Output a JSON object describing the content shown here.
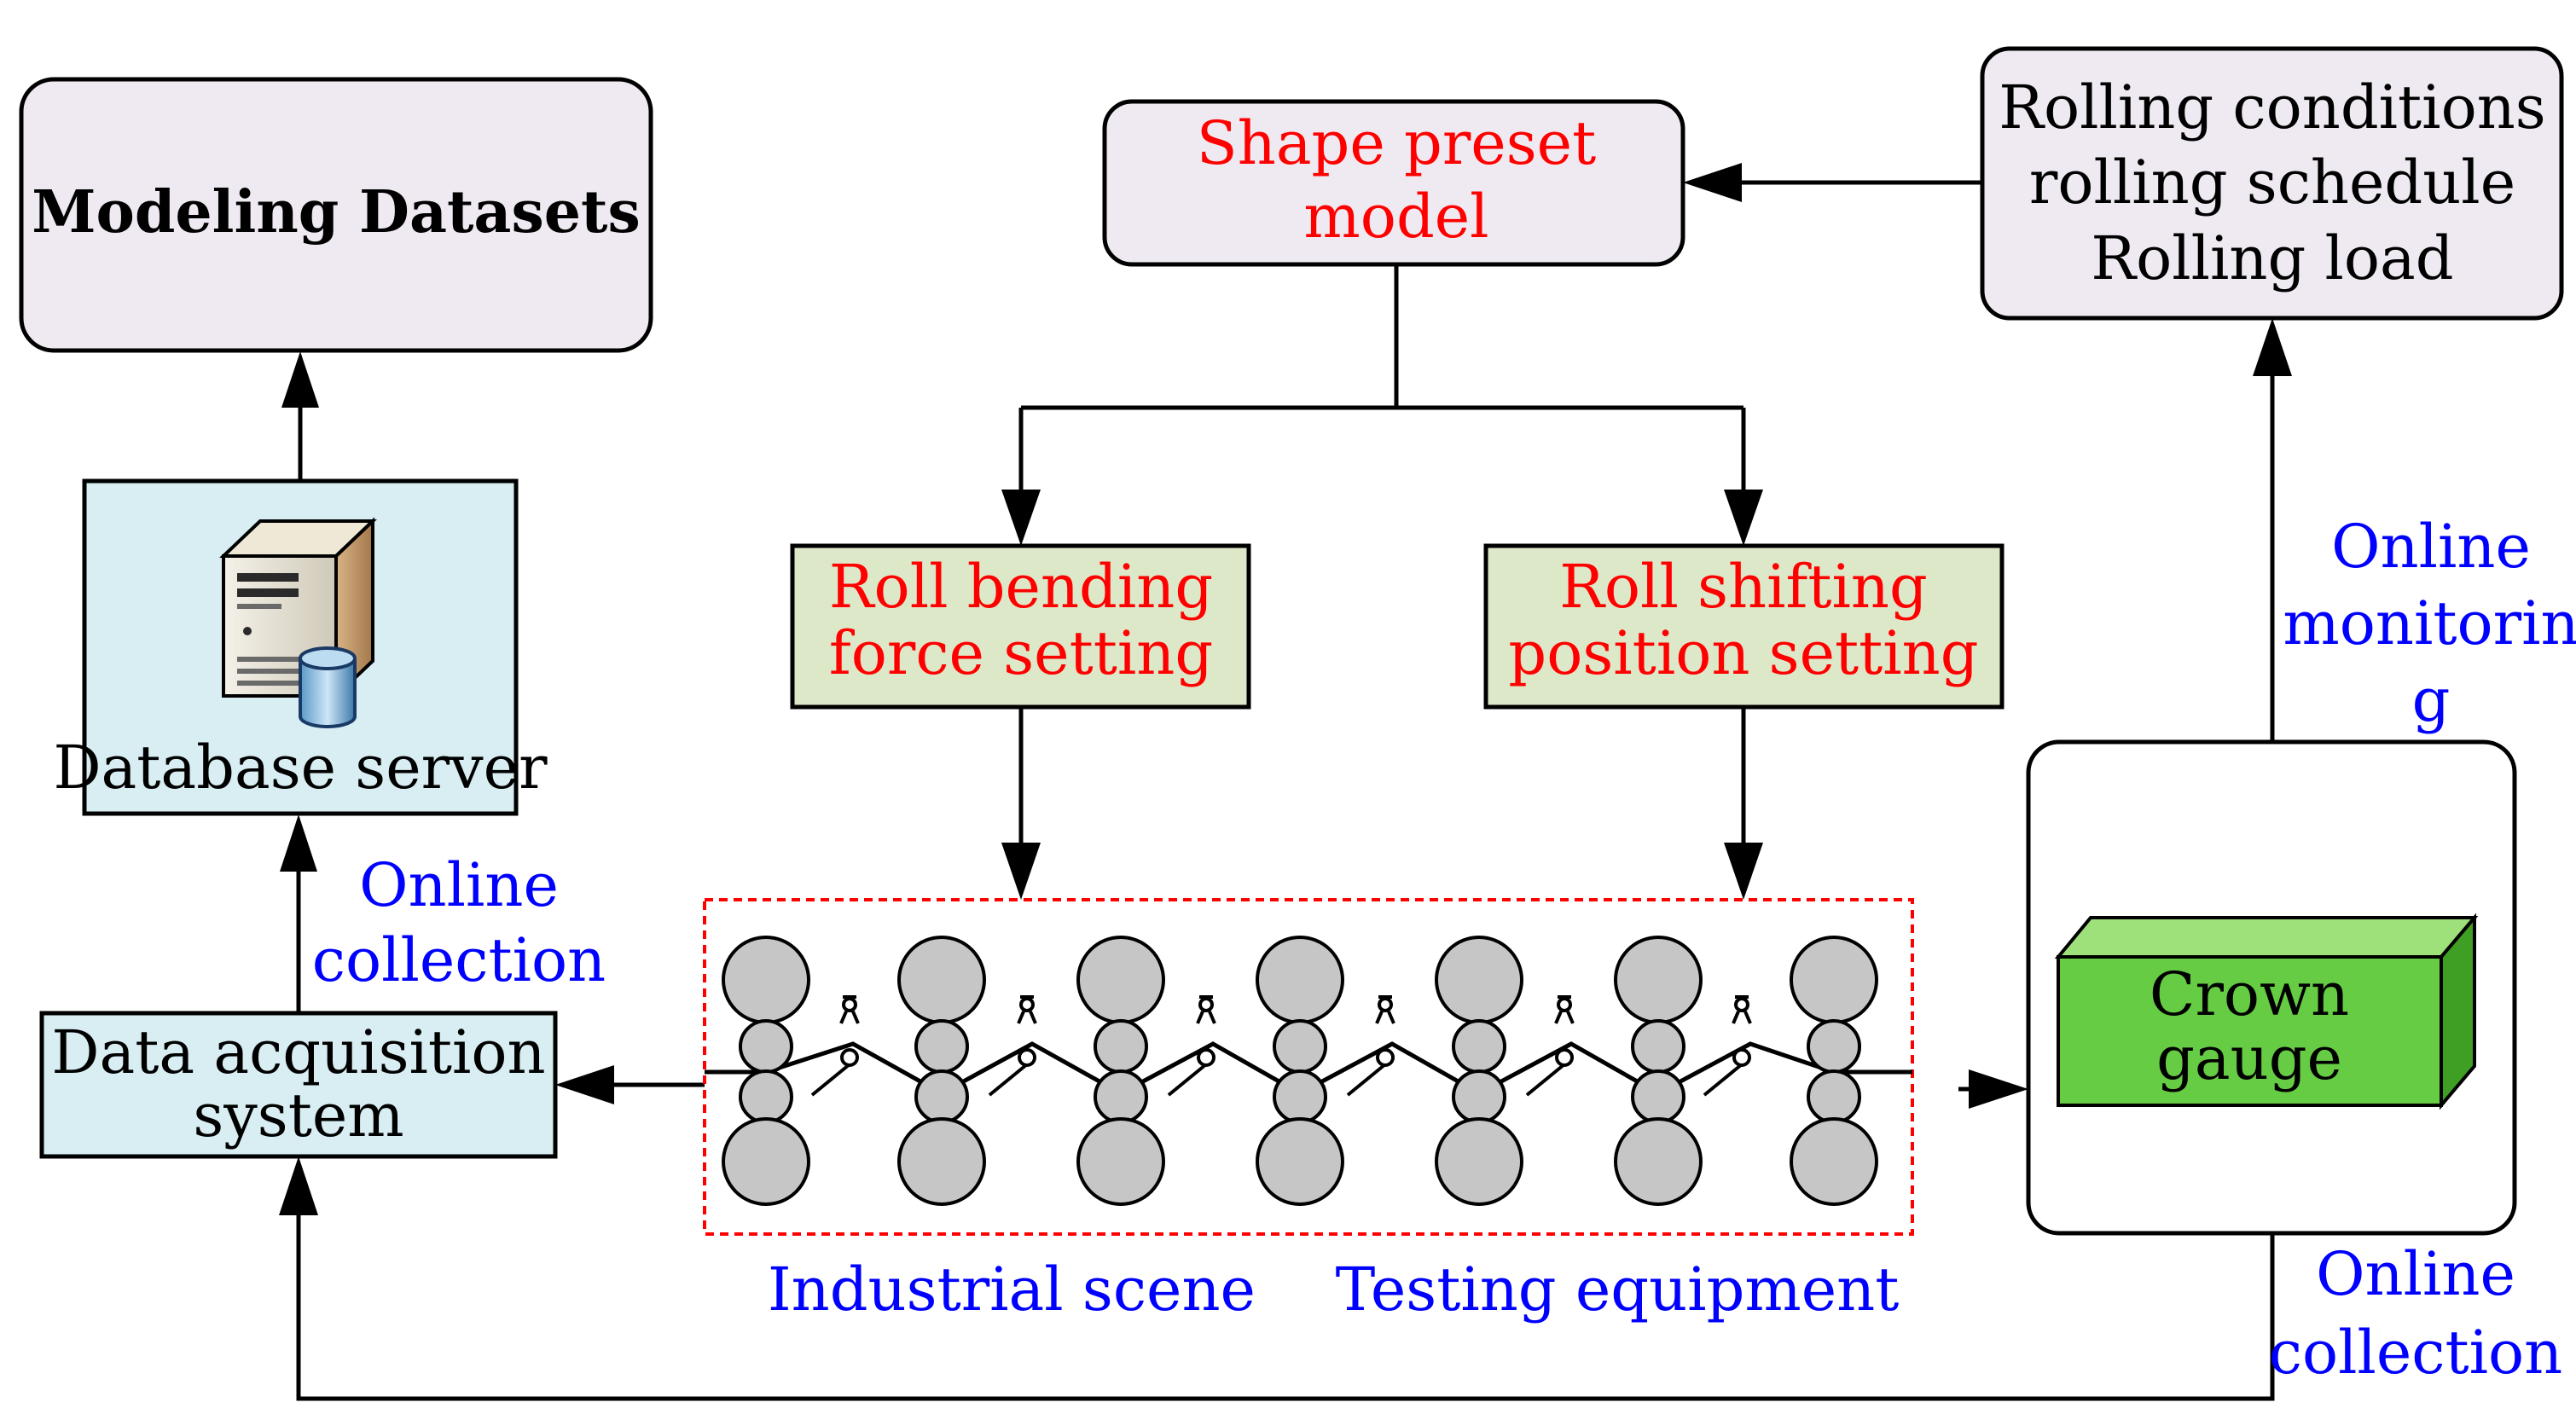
{
  "labels": {
    "modeling_datasets": "Modeling Datasets",
    "shape_preset_line1": "Shape preset",
    "shape_preset_line2": "model",
    "rolling_cond_line1": "Rolling conditions",
    "rolling_cond_line2": "rolling schedule",
    "rolling_cond_line3": "Rolling load",
    "database_server": "Database server",
    "roll_bending_line1": "Roll bending",
    "roll_bending_line2": "force setting",
    "roll_shifting_line1": "Roll shifting",
    "roll_shifting_line2": "position setting",
    "online_collection_left_line1": "Online",
    "online_collection_left_line2": "collection",
    "data_acq_line1": "Data acquisition",
    "data_acq_line2": "system",
    "crown_gauge_line1": "Crown",
    "crown_gauge_line2": "gauge",
    "online_monitoring_line1": "Online",
    "online_monitoring_line2": "monitorin",
    "online_monitoring_line3": "g",
    "industrial_scene": "Industrial scene",
    "testing_equipment": "Testing equipment",
    "online_collection_right_line1": "Online",
    "online_collection_right_line2": "collection"
  },
  "icons": {
    "server": "database-server-icon",
    "gauge": "crown-gauge-box-icon"
  },
  "colors": {
    "lavender_box": "#efeaf1",
    "blue_box": "#d8eef3",
    "green_box": "#dde8c9",
    "gauge_green": "#66cc44",
    "red_text": "#ff0000",
    "blue_text": "#0000ff",
    "roll_gray": "#c6c6c6",
    "dashed_red": "#ff0000"
  }
}
